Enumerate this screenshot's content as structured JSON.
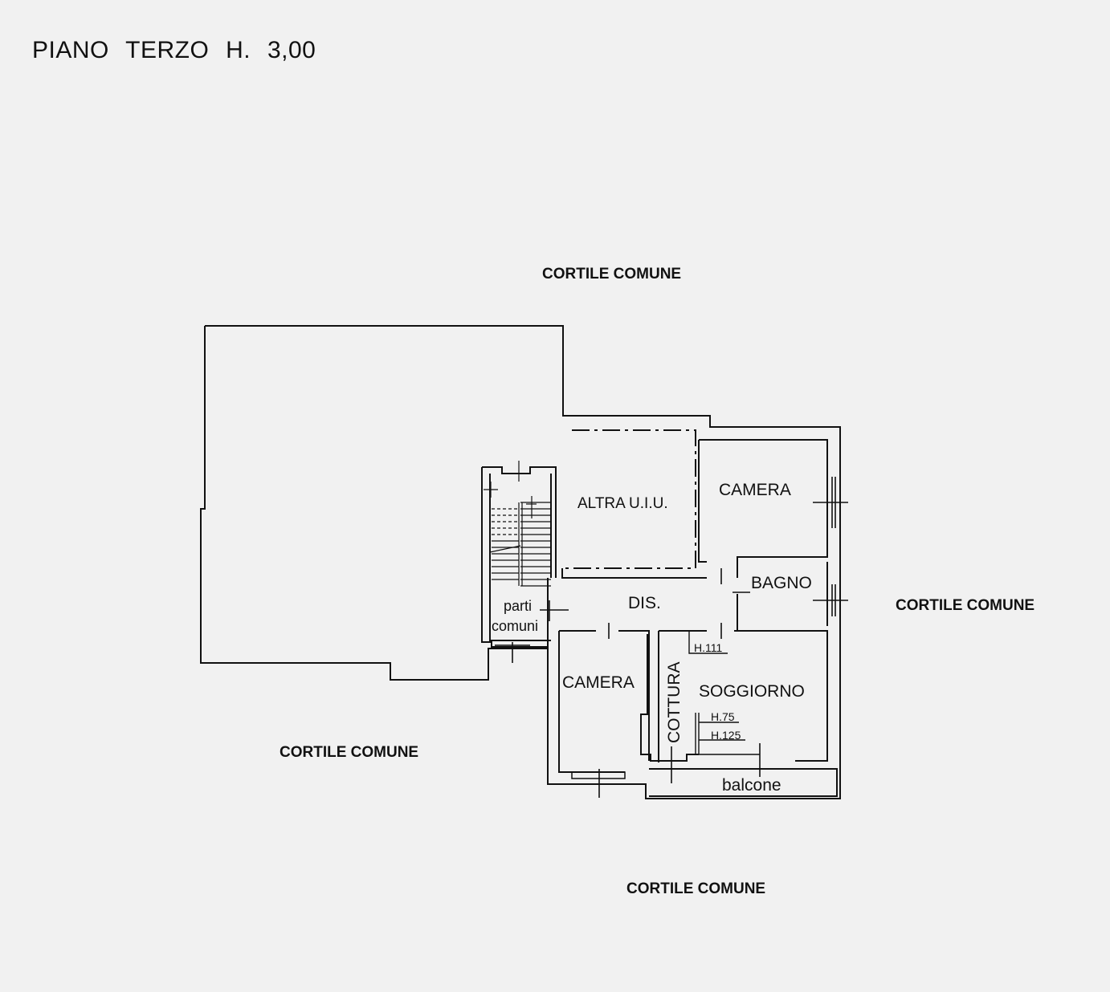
{
  "title": "PIANO  TERZO   H. 3,00",
  "surroundings": {
    "north": "CORTILE COMUNE",
    "east": "CORTILE COMUNE",
    "south": "CORTILE COMUNE",
    "southwest": "CORTILE COMUNE"
  },
  "rooms": {
    "altra_uiu": "ALTRA  U.I.U.",
    "camera_north": "CAMERA",
    "bagno": "BAGNO",
    "disimpegno": "DIS.",
    "parti_comuni_1": "parti",
    "parti_comuni_2": "comuni",
    "camera_south": "CAMERA",
    "cottura": "COTTURA",
    "soggiorno": "SOGGIORNO",
    "balcone": "balcone"
  },
  "heights": {
    "h111": "H.111",
    "h75": "H.75",
    "h125": "H.125"
  },
  "colors": {
    "paper": "#f1f1f1",
    "ink": "#111111"
  }
}
